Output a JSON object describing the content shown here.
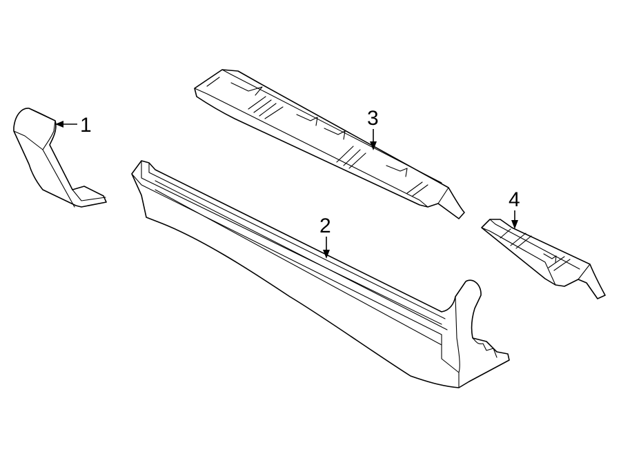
{
  "diagram": {
    "colors": {
      "line": "#000000",
      "fill": "#ffffff",
      "background": "#ffffff"
    },
    "callouts": [
      {
        "id": "1",
        "label": "1"
      },
      {
        "id": "2",
        "label": "2"
      },
      {
        "id": "3",
        "label": "3"
      },
      {
        "id": "4",
        "label": "4"
      }
    ]
  }
}
